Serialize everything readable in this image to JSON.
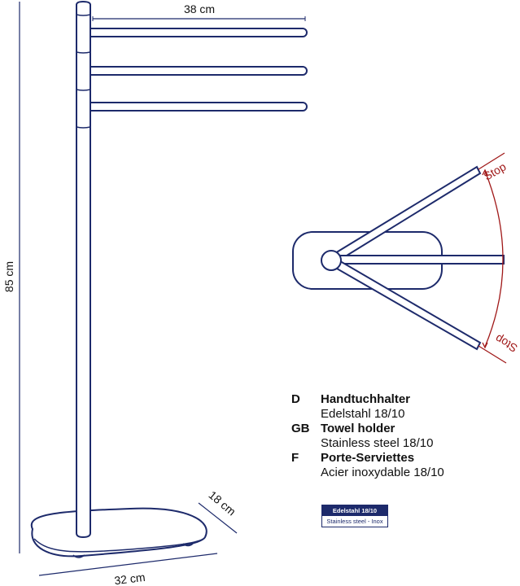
{
  "dimensions": {
    "width": "38 cm",
    "height": "85 cm",
    "base_length": "32 cm",
    "base_depth": "18 cm"
  },
  "rotation": {
    "stop_top": "Stop",
    "stop_bottom": "Stop"
  },
  "legend": [
    {
      "code": "D",
      "name": "Handtuchhalter",
      "material": "Edelstahl 18/10"
    },
    {
      "code": "GB",
      "name": "Towel holder",
      "material": "Stainless steel 18/10"
    },
    {
      "code": "F",
      "name": "Porte-Serviettes",
      "material": "Acier inoxydable 18/10"
    }
  ],
  "badge": {
    "title": "Edelstahl 18/10",
    "subtitle": "Stainless steel - Inox"
  },
  "colors": {
    "line": "#1d2a6b",
    "accent": "#a01818"
  }
}
